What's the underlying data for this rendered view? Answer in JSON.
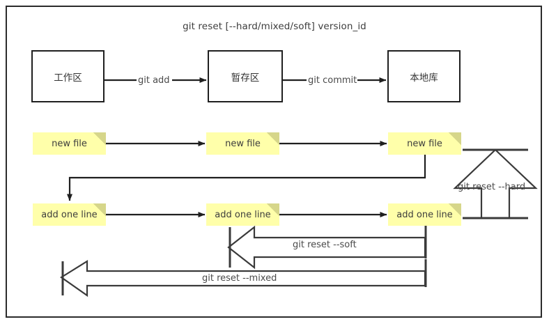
{
  "diagram": {
    "title": "git reset [--hard/mixed/soft] version_id",
    "frame": {
      "border_color": "#2b2b2b",
      "background": "#ffffff"
    },
    "palette": {
      "note_fill": "#ffffaa",
      "note_fold": "#d6d68a",
      "stroke": "#1f1f1f",
      "text": "#3d3d3d"
    },
    "areas": [
      {
        "id": "working",
        "label": "工作区"
      },
      {
        "id": "staging",
        "label": "暂存区"
      },
      {
        "id": "repository",
        "label": "本地库"
      }
    ],
    "area_edges": [
      {
        "id": "add",
        "label": "git add",
        "from": "working",
        "to": "staging"
      },
      {
        "id": "commit",
        "label": "git commit",
        "from": "staging",
        "to": "repository"
      }
    ],
    "versions": [
      {
        "id": "v1-working",
        "label": "new file",
        "column": "working",
        "row": "new-file"
      },
      {
        "id": "v1-staging",
        "label": "new file",
        "column": "staging",
        "row": "new-file"
      },
      {
        "id": "v1-repo",
        "label": "new file",
        "column": "repository",
        "row": "new-file"
      },
      {
        "id": "v2-working",
        "label": "add one line",
        "column": "working",
        "row": "add-one-line"
      },
      {
        "id": "v2-staging",
        "label": "add one line",
        "column": "staging",
        "row": "add-one-line"
      },
      {
        "id": "v2-repo",
        "label": "add one line",
        "column": "repository",
        "row": "add-one-line"
      }
    ],
    "reset_arrows": [
      {
        "id": "hard",
        "label": "git reset --hard",
        "direction": "up",
        "from": "v2-repo",
        "to": "v1-repo"
      },
      {
        "id": "soft",
        "label": "git reset --soft",
        "direction": "left",
        "from": "v2-repo",
        "to": "v2-staging"
      },
      {
        "id": "mixed",
        "label": "git reset --mixed",
        "direction": "left",
        "from": "v2-repo",
        "to": "v2-working"
      }
    ]
  }
}
